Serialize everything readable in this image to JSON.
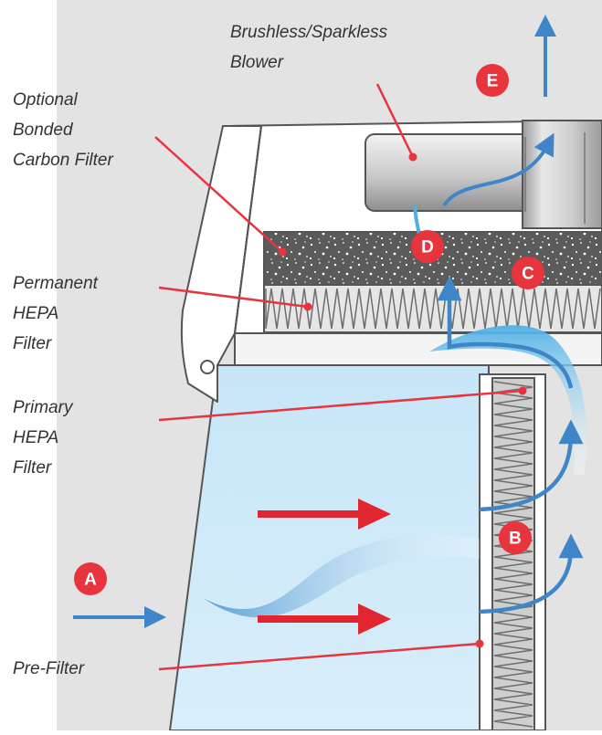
{
  "labels": {
    "blower": [
      "Brushless/Sparkless",
      "Blower"
    ],
    "carbon": [
      "Optional",
      "Bonded",
      "Carbon Filter"
    ],
    "permanent_hepa": [
      "Permanent",
      "HEPA",
      "Filter"
    ],
    "primary_hepa": [
      "Primary",
      "HEPA",
      "Filter"
    ],
    "prefilter": [
      "Pre-Filter"
    ]
  },
  "stages": [
    "A",
    "B",
    "C",
    "D",
    "E"
  ],
  "colors": {
    "background": "#e3e3e3",
    "callout": "#e8343c",
    "airflow": "#3f86c8",
    "chamber": "#cfe9f8",
    "red_arrow": "#e0262f"
  }
}
